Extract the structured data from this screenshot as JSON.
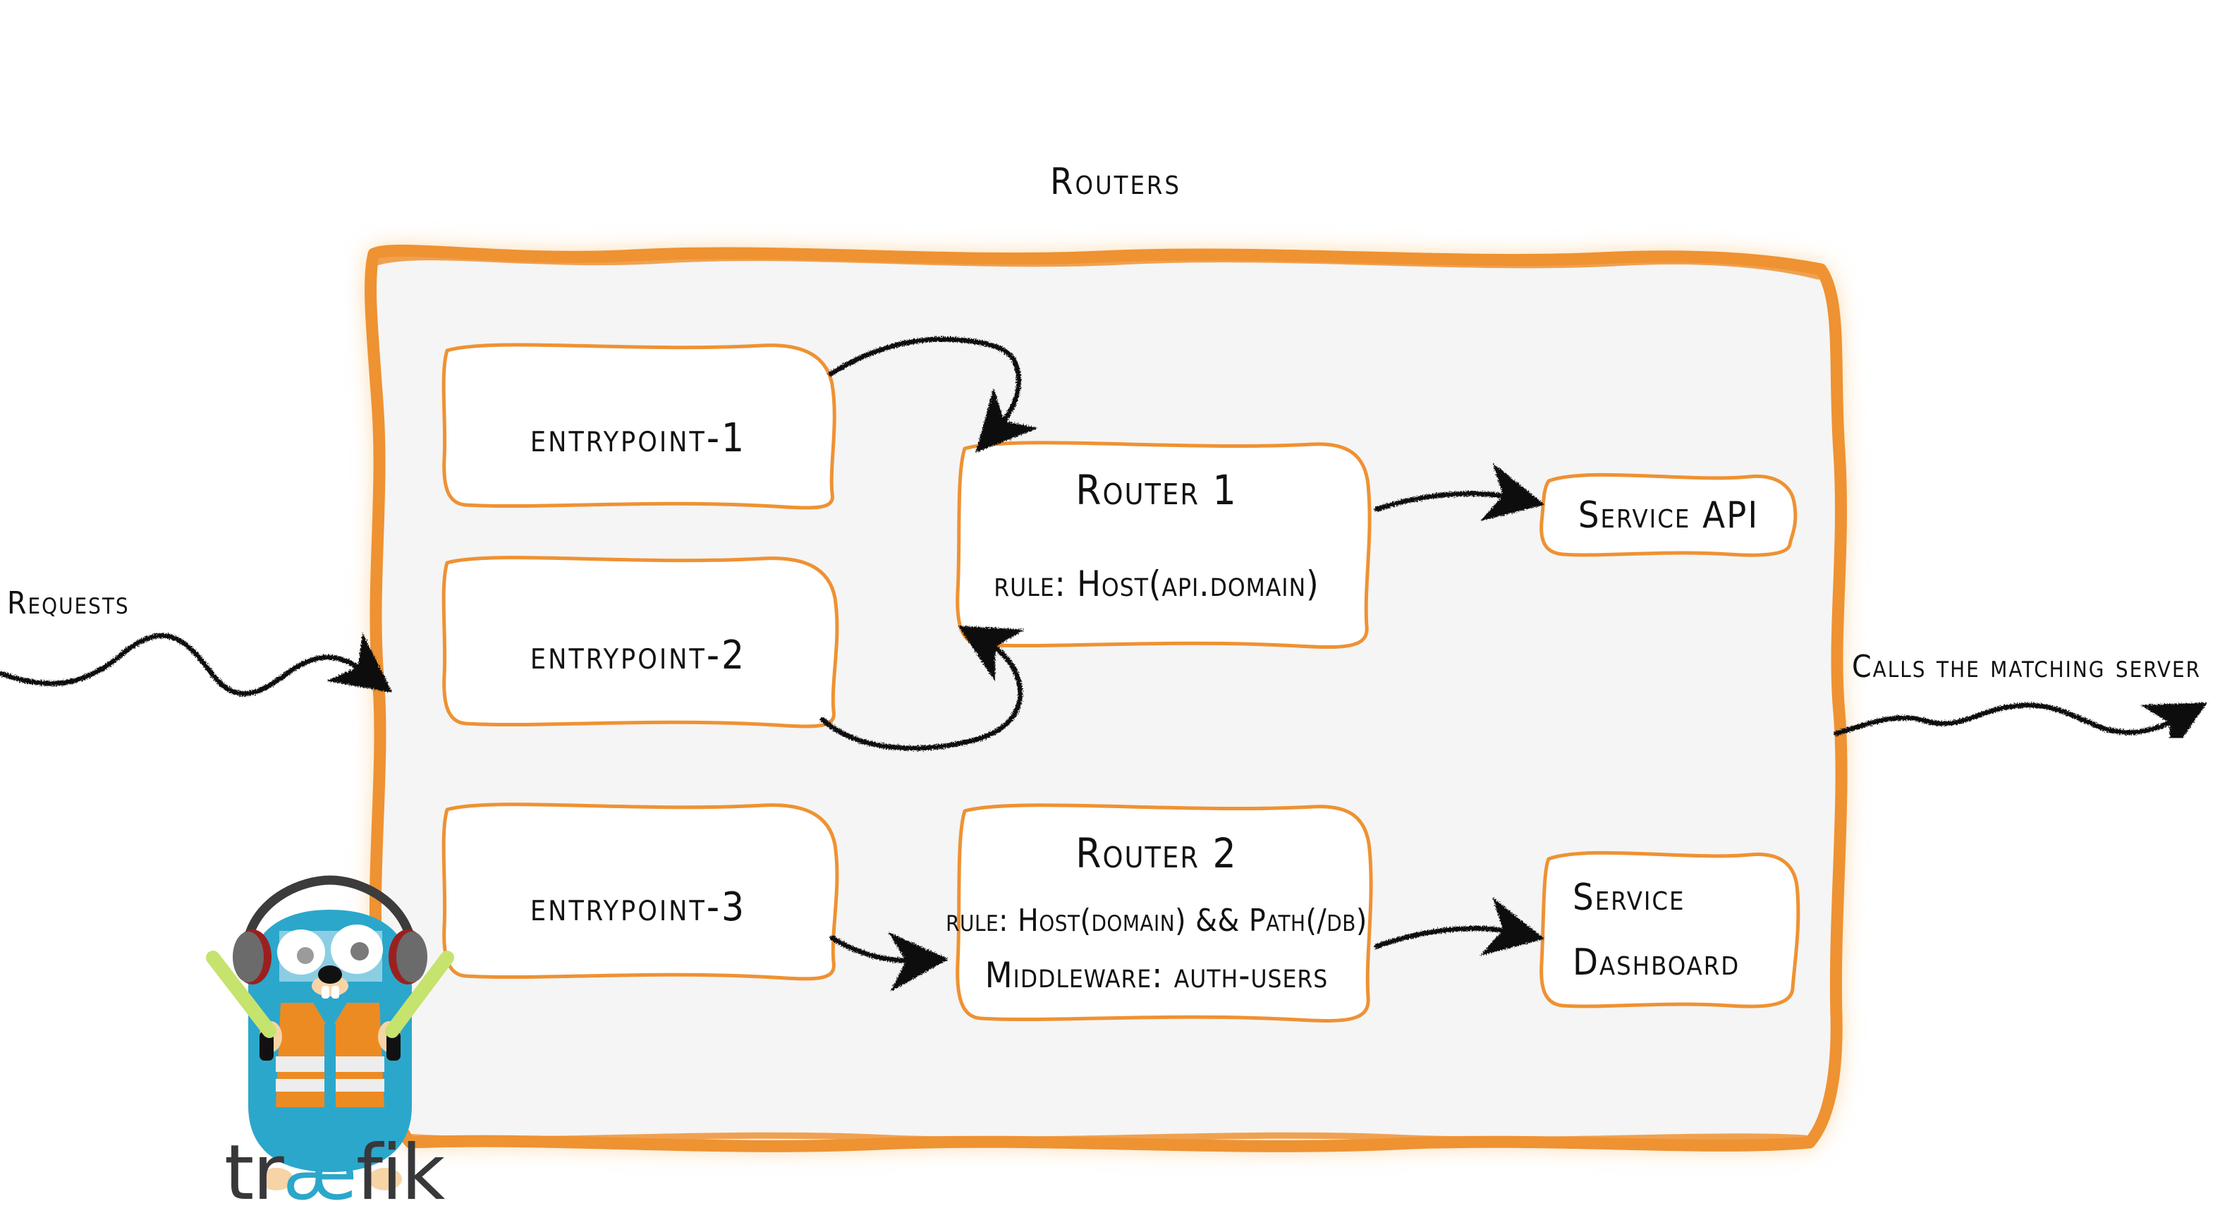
{
  "diagram": {
    "title": "Routers",
    "brand_color": "#ee9233",
    "canvas_fill": "#f5f5f5",
    "ink_color": "#111111",
    "logo": {
      "name": "traefik",
      "wordmark_prefix": "tr",
      "wordmark_ligature": "æ",
      "wordmark_suffix": "fik",
      "mascot": "traefik-gopher-mascot",
      "body_color": "#2ba7cb",
      "vest_color": "#ed8b23",
      "wand_color": "#c6e36e"
    },
    "entrypoints": [
      {
        "id": "entrypoint-1",
        "label": "entrypoint-1"
      },
      {
        "id": "entrypoint-2",
        "label": "entrypoint-2"
      },
      {
        "id": "entrypoint-3",
        "label": "entrypoint-3"
      }
    ],
    "routers": [
      {
        "id": "router-1",
        "title": "Router 1",
        "lines": [
          "rule: Host(api.domain)"
        ]
      },
      {
        "id": "router-2",
        "title": "Router 2",
        "lines": [
          "rule: Host(domain) && Path(/db)",
          "Middleware: auth-users"
        ]
      }
    ],
    "services": [
      {
        "id": "service-api",
        "lines": [
          "Service API"
        ]
      },
      {
        "id": "service-dashboard",
        "lines": [
          "Service",
          "Dashboard"
        ]
      }
    ],
    "annotations": {
      "incoming": "Requests",
      "outgoing": "Calls the matching server"
    },
    "flows": [
      {
        "from": "entrypoint-1",
        "to": "router-1"
      },
      {
        "from": "entrypoint-2",
        "to": "router-1"
      },
      {
        "from": "entrypoint-3",
        "to": "router-2"
      },
      {
        "from": "router-1",
        "to": "service-api"
      },
      {
        "from": "router-2",
        "to": "service-dashboard"
      }
    ]
  }
}
